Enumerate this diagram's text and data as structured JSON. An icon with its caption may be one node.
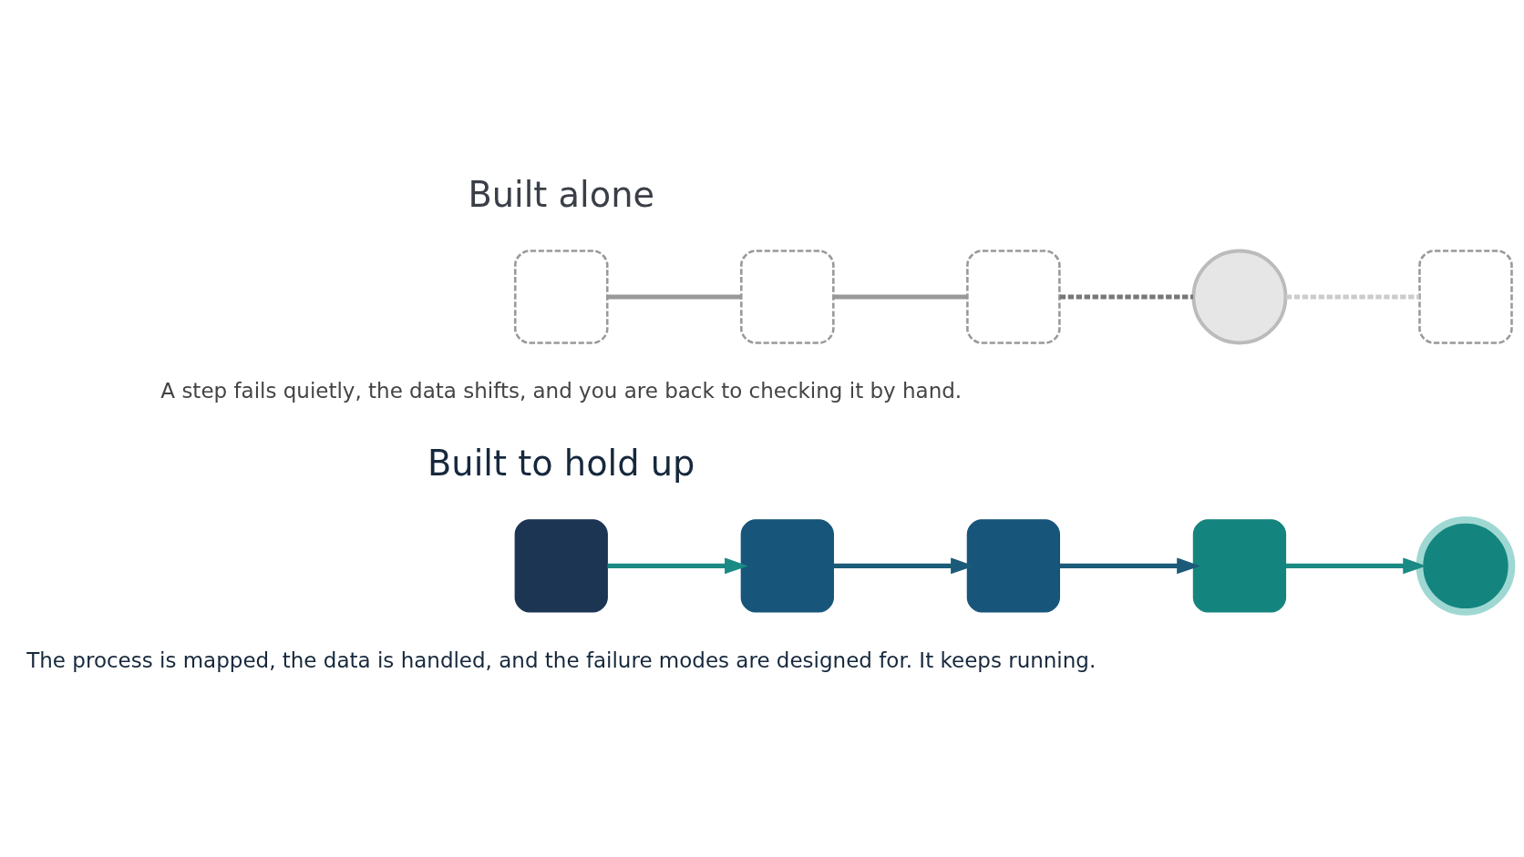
{
  "diagram": {
    "nodes": [
      {
        "text": [],
        "shape": "box"
      },
      {
        "text": [],
        "shape": "box"
      },
      {
        "text": [],
        "shape": "box"
      },
      {
        "text": [],
        "shape": "circle"
      },
      {
        "text": [],
        "shape": "box"
      },
      {
        "text": [],
        "shape": "box"
      },
      {
        "text": [],
        "shape": "box"
      },
      {
        "text": [],
        "shape": "box"
      },
      {
        "text": [],
        "shape": "box"
      },
      {
        "text": [],
        "shape": "circle"
      }
    ],
    "edges": [
      {
        "from": 0,
        "to": 1,
        "arrow": "none",
        "color": "#999999"
      },
      {
        "from": 1,
        "to": 2,
        "arrow": "none",
        "color": "#999999"
      },
      {
        "from": 2,
        "to": 3,
        "arrow": "none",
        "style": "dashed",
        "color": "#777777"
      },
      {
        "from": 3,
        "to": 4,
        "arrow": "none",
        "style": "dashed",
        "color": "#cccccc"
      },
      {
        "from": 5,
        "to": 6,
        "arrow": "to",
        "color": "#1a8a84"
      },
      {
        "from": 6,
        "to": 7,
        "arrow": "to",
        "color": "#1b5a78"
      },
      {
        "from": 7,
        "to": 8,
        "arrow": "to",
        "color": "#1b5a78"
      },
      {
        "from": 8,
        "to": 9,
        "arrow": "to",
        "color": "#1a8a84"
      }
    ],
    "labels": [
      "Built alone",
      "A step fails quietly, the data shifts, and you are back to checking it by hand.",
      "Built to hold up",
      "The process is mapped, the data is handled, and the failure modes are designed for. It keeps running."
    ]
  }
}
